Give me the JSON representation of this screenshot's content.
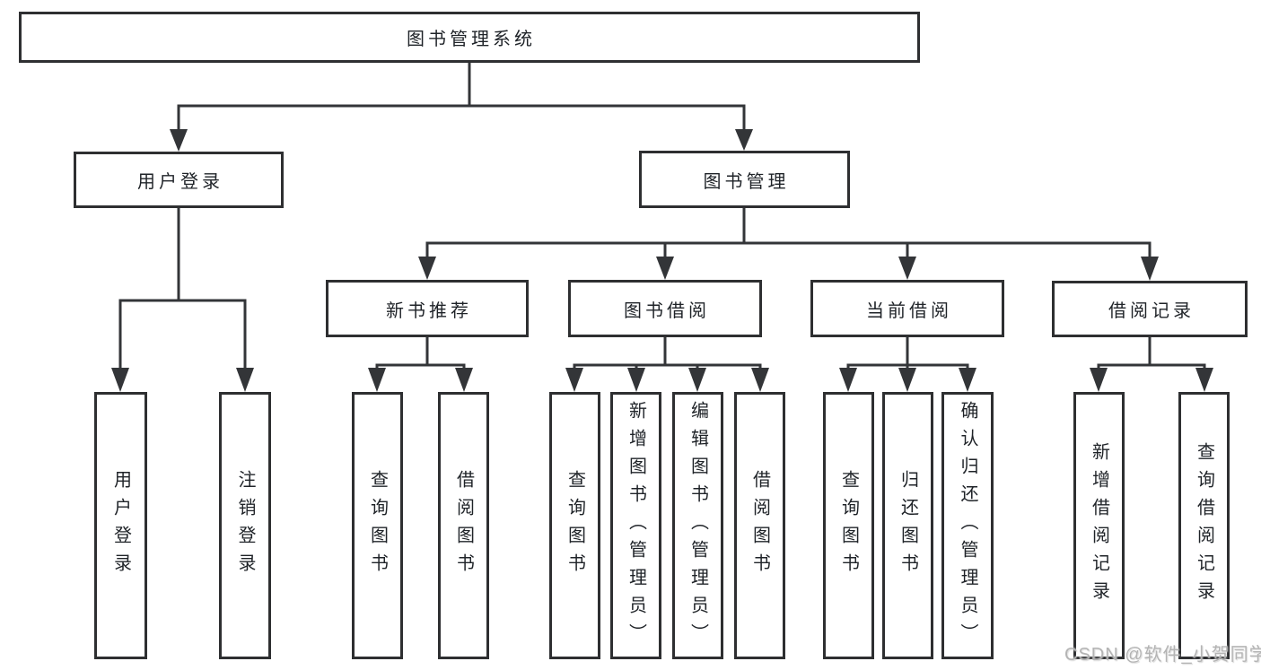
{
  "tree": {
    "root": "图书管理系统",
    "level2": [
      "用户登录",
      "图书管理"
    ],
    "level3": [
      "新书推荐",
      "图书借阅",
      "当前借阅",
      "借阅记录"
    ],
    "leaves_login": [
      "用户登录",
      "注销登录"
    ],
    "leaves_new_books": [
      "查询图书",
      "借阅图书"
    ],
    "leaves_book_borrow": [
      "查询图书",
      "新增图书（管理员）",
      "编辑图书（管理员）",
      "借阅图书"
    ],
    "leaves_current_borrow": [
      "查询图书",
      "归还图书",
      "确认归还（管理员）"
    ],
    "leaves_borrow_records": [
      "新增借阅记录",
      "查询借阅记录"
    ]
  },
  "watermark": "CSDN @软件_小贺同学",
  "colors": {
    "line": "#333538",
    "box_border": "#2e2f31",
    "text": "#1f2328",
    "background": "#ffffff",
    "watermark": "#b0b0b0"
  }
}
